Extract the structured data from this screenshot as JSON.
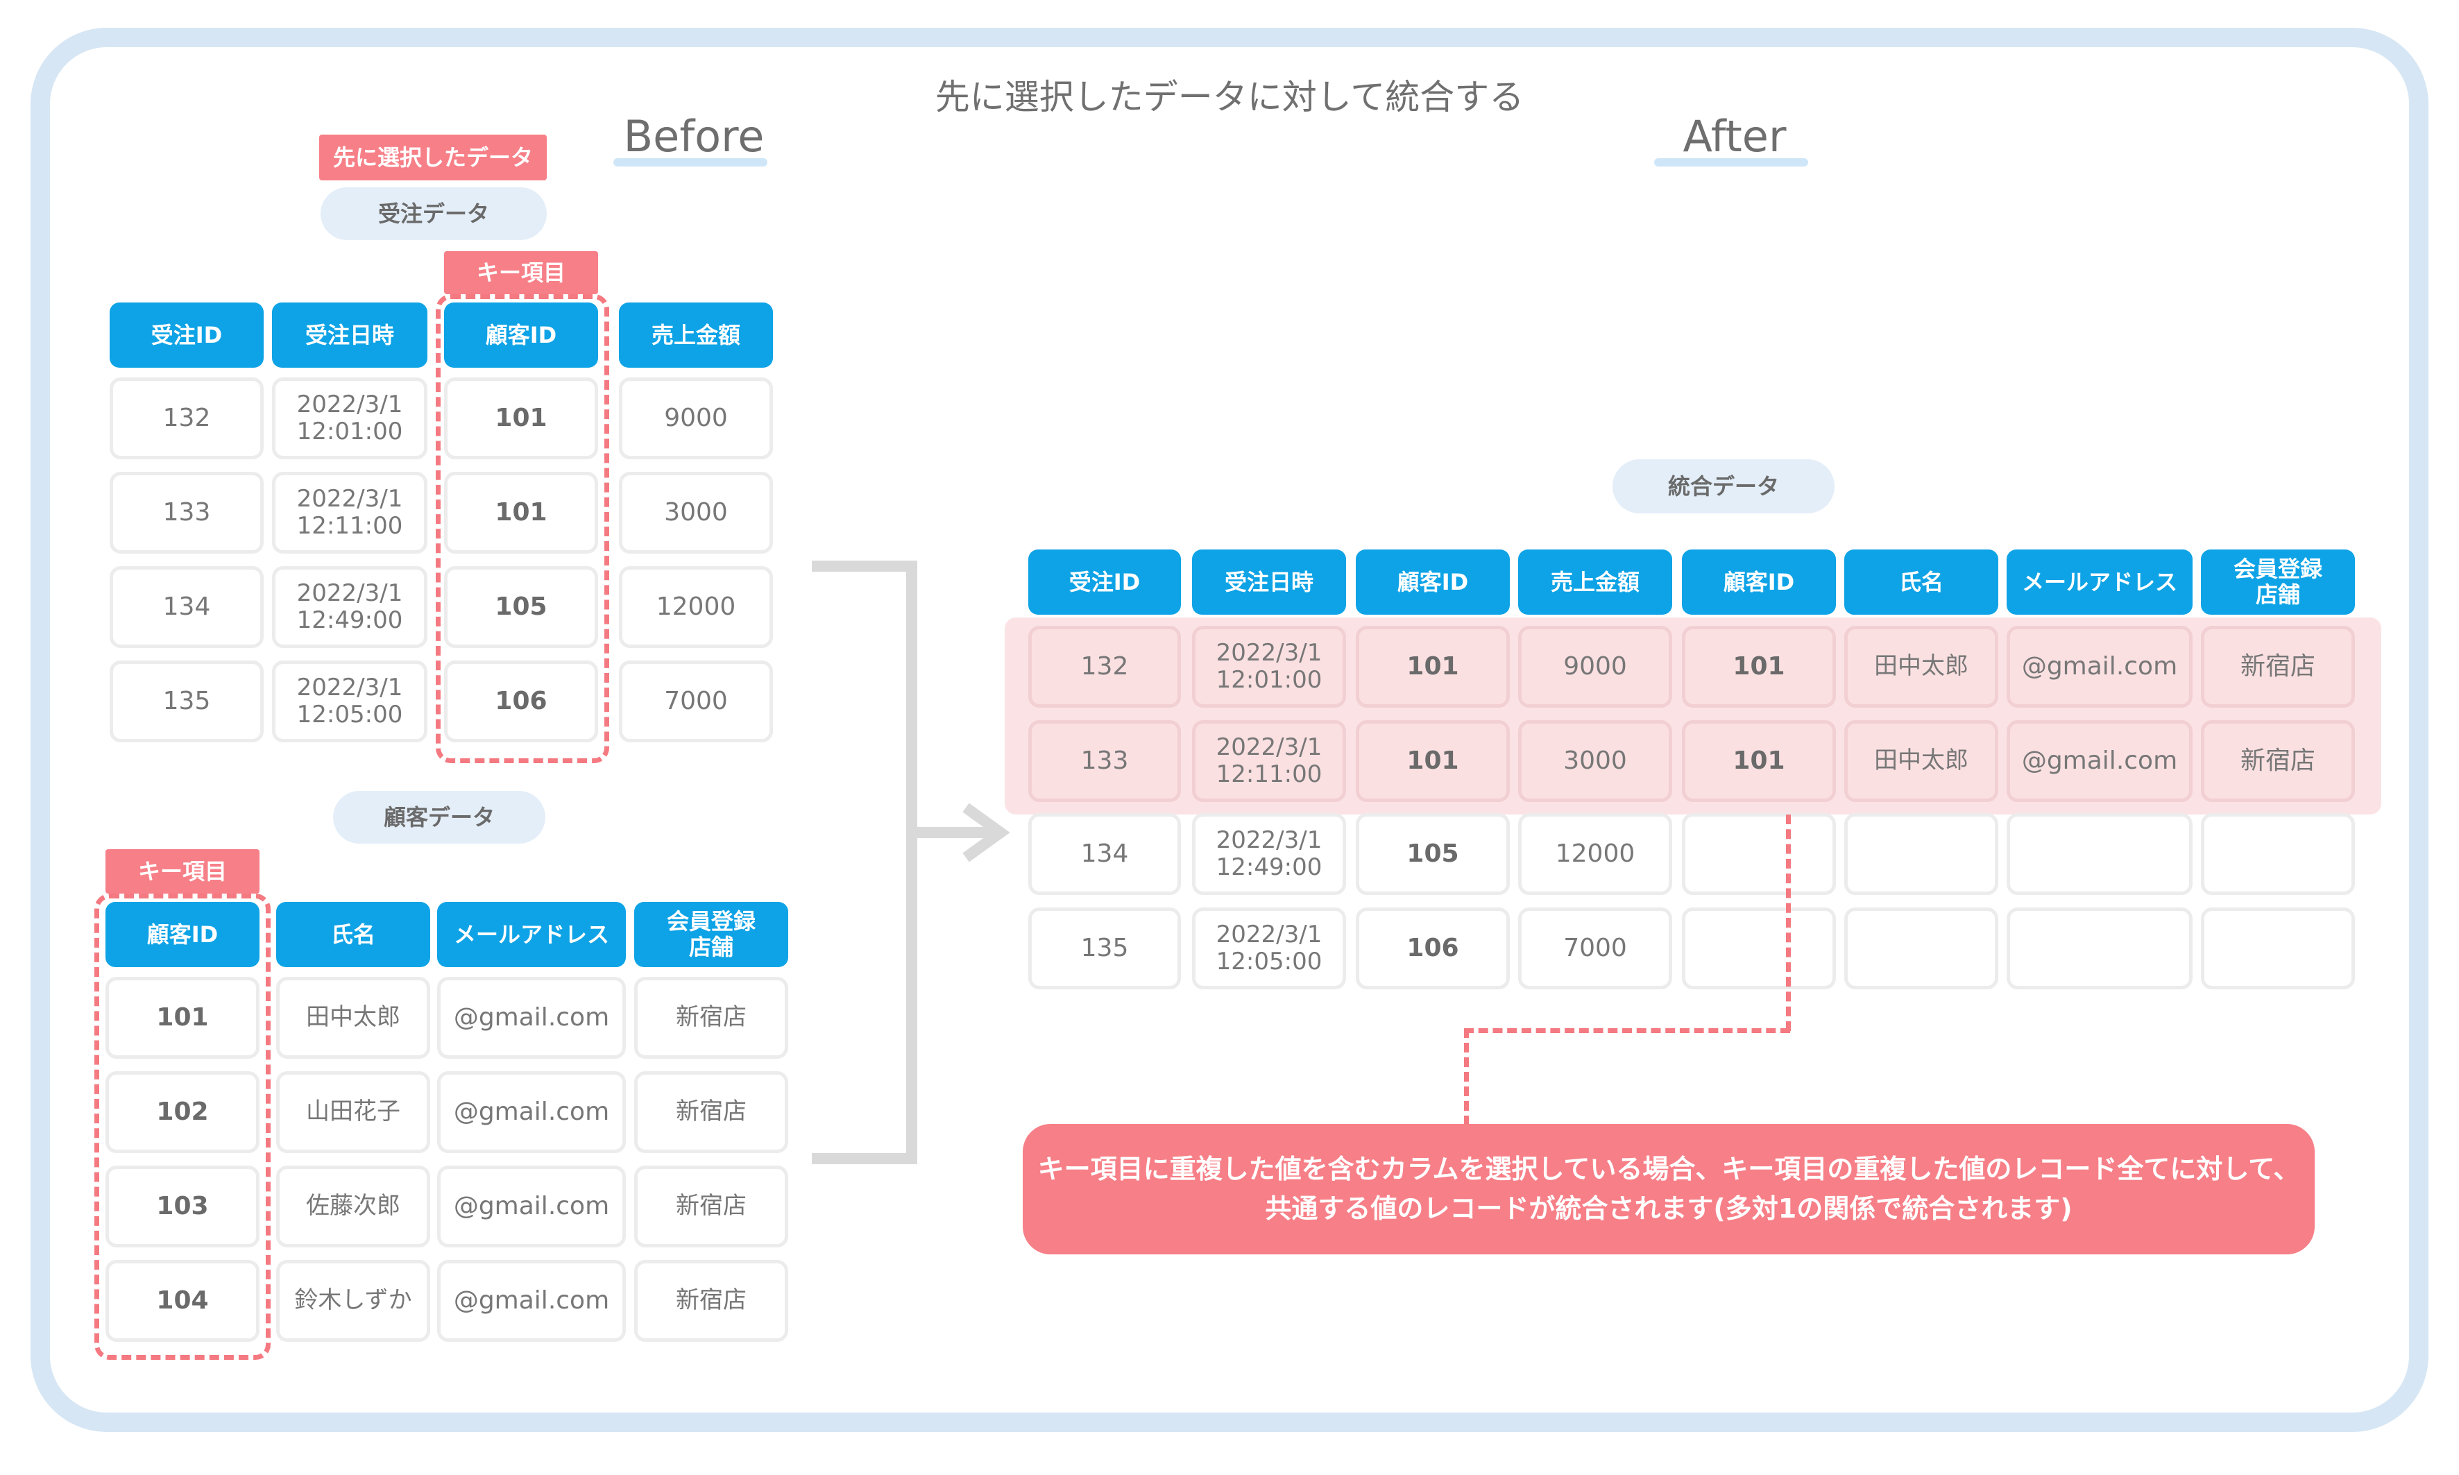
{
  "title": "先に選択したデータに対して統合する",
  "before_label": "Before",
  "after_label": "After",
  "selected_tag": "先に選択したデータ",
  "key_tag": "キー項目",
  "orders": {
    "name": "受注データ",
    "headers": [
      "受注ID",
      "受注日時",
      "顧客ID",
      "売上金額"
    ],
    "rows": [
      [
        "132",
        "2022/3/1\n12:01:00",
        "101",
        "9000"
      ],
      [
        "133",
        "2022/3/1\n12:11:00",
        "101",
        "3000"
      ],
      [
        "134",
        "2022/3/1\n12:49:00",
        "105",
        "12000"
      ],
      [
        "135",
        "2022/3/1\n12:05:00",
        "106",
        "7000"
      ]
    ]
  },
  "customers": {
    "name": "顧客データ",
    "headers": [
      "顧客ID",
      "氏名",
      "メールアドレス",
      "会員登録\n店舗"
    ],
    "rows": [
      [
        "101",
        "田中太郎",
        "@gmail.com",
        "新宿店"
      ],
      [
        "102",
        "山田花子",
        "@gmail.com",
        "新宿店"
      ],
      [
        "103",
        "佐藤次郎",
        "@gmail.com",
        "新宿店"
      ],
      [
        "104",
        "鈴木しずか",
        "@gmail.com",
        "新宿店"
      ]
    ]
  },
  "merged": {
    "name": "統合データ",
    "headers": [
      "受注ID",
      "受注日時",
      "顧客ID",
      "売上金額",
      "顧客ID",
      "氏名",
      "メールアドレス",
      "会員登録\n店舗"
    ],
    "rows": [
      [
        "132",
        "2022/3/1\n12:01:00",
        "101",
        "9000",
        "101",
        "田中太郎",
        "@gmail.com",
        "新宿店"
      ],
      [
        "133",
        "2022/3/1\n12:11:00",
        "101",
        "3000",
        "101",
        "田中太郎",
        "@gmail.com",
        "新宿店"
      ],
      [
        "134",
        "2022/3/1\n12:49:00",
        "105",
        "12000",
        "",
        "",
        "",
        ""
      ],
      [
        "135",
        "2022/3/1\n12:05:00",
        "106",
        "7000",
        "",
        "",
        "",
        ""
      ]
    ]
  },
  "note": "キー項目に重複した値を含むカラムを選択している場合、キー項目の重複した値のレコード全てに対して、\n共通する値のレコードが統合されます(多対1の関係で統合されます)",
  "colors": {
    "accent": "#0ea3e6",
    "key": "#f77f87",
    "highlight": "#fbe3e5"
  }
}
